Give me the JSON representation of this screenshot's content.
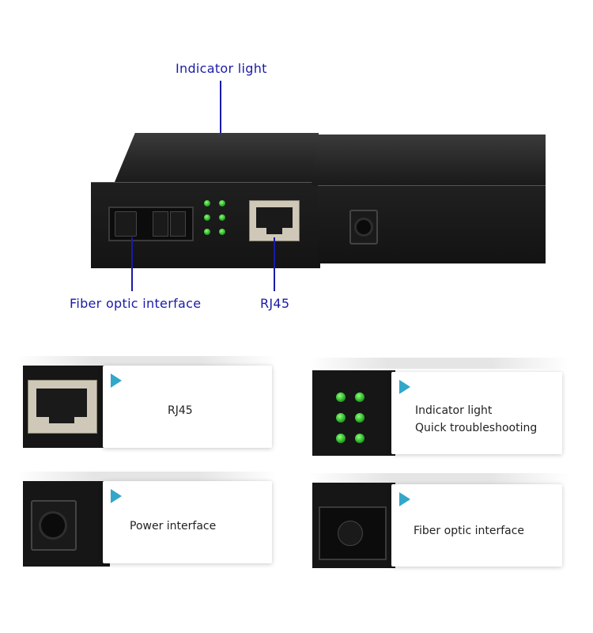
{
  "callouts": {
    "indicator": "Indicator light",
    "fiber": "Fiber optic interface",
    "rj45": "RJ45"
  },
  "cards": {
    "rj45": {
      "line1": "RJ45"
    },
    "indicator": {
      "line1": "Indicator light",
      "line2": "Quick troubleshooting"
    },
    "power": {
      "line1": "Power interface"
    },
    "fiber": {
      "line1": "Fiber optic interface"
    }
  },
  "colors": {
    "callout": "#1a1aa8",
    "accent": "#33a7c9",
    "led": "#2fb52a"
  }
}
